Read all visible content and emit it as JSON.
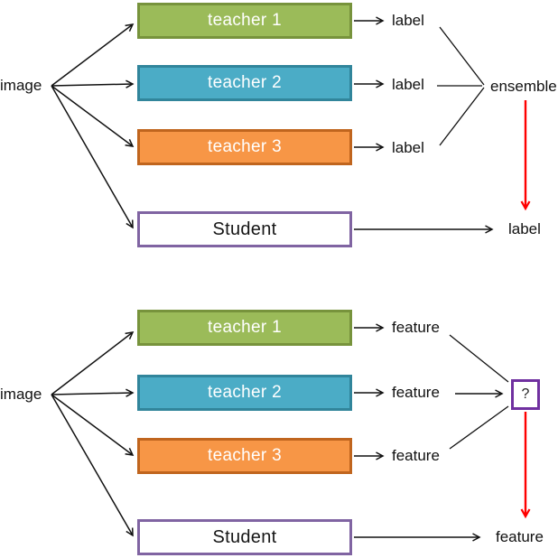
{
  "colors": {
    "teacher1_fill": "#9bbb59",
    "teacher1_border": "#77933c",
    "teacher2_fill": "#4bacc6",
    "teac2_border": "#31859b",
    "teacher3_fill": "#f79646",
    "teacher3_border": "#c0651e",
    "student_border": "#8064a2",
    "question_box_border": "#7030a0",
    "arrow_color": "#000000",
    "distill_arrow_color": "#ff0000"
  },
  "diagrams": [
    {
      "input": "image",
      "teachers": [
        {
          "label": "teacher 1",
          "output": "label"
        },
        {
          "label": "teacher 2",
          "output": "label"
        },
        {
          "label": "teacher 3",
          "output": "label"
        }
      ],
      "aggregator": "ensemble",
      "student": {
        "label": "Student",
        "output": "label"
      }
    },
    {
      "input": "image",
      "teachers": [
        {
          "label": "teacher 1",
          "output": "feature"
        },
        {
          "label": "teacher 2",
          "output": "feature"
        },
        {
          "label": "teacher 3",
          "output": "feature"
        }
      ],
      "aggregator": "?",
      "student": {
        "label": "Student",
        "output": "feature"
      }
    }
  ]
}
